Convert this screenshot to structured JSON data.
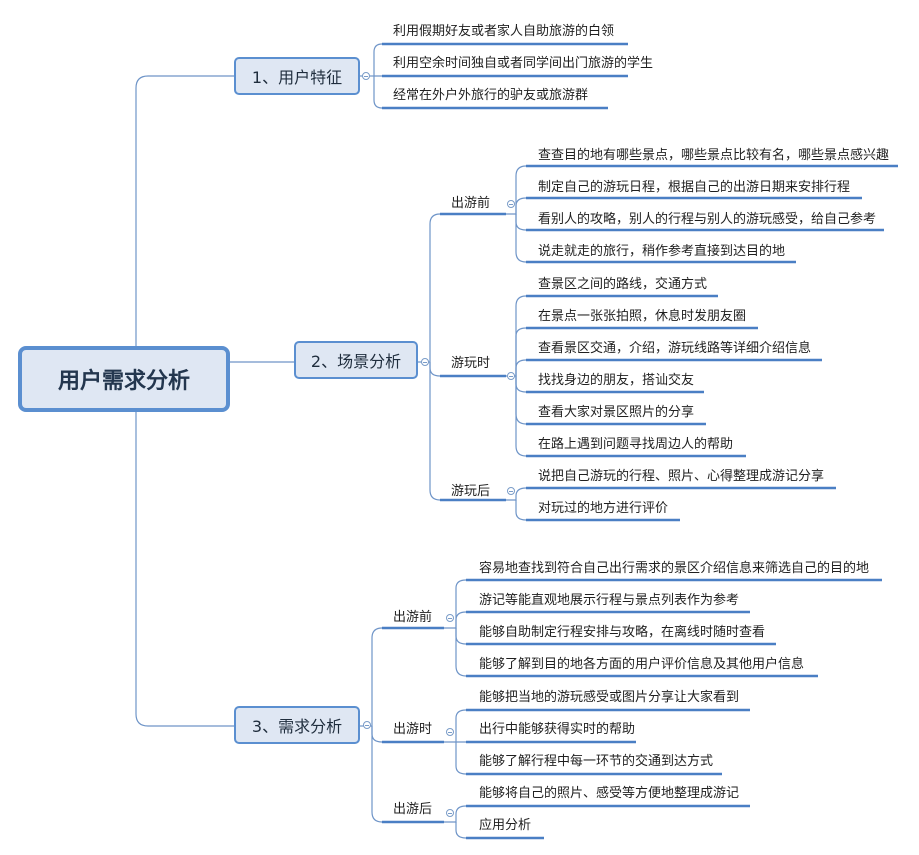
{
  "root": "用户需求分析",
  "sections": [
    {
      "label": "1、用户特征",
      "items": [
        "利用假期好友或者家人自助旅游的白领",
        "利用空余时间独自或者同学间出门旅游的学生",
        "经常在外户外旅行的驴友或旅游群"
      ]
    },
    {
      "label": "2、场景分析",
      "groups": [
        {
          "label": "出游前",
          "items": [
            "查查目的地有哪些景点，哪些景点比较有名，哪些景点感兴趣",
            "制定自己的游玩日程，根据自己的出游日期来安排行程",
            "看别人的攻略，别人的行程与别人的游玩感受，给自己参考",
            "说走就走的旅行，稍作参考直接到达目的地"
          ]
        },
        {
          "label": "游玩时",
          "items": [
            "查景区之间的路线，交通方式",
            "在景点一张张拍照，休息时发朋友圈",
            "查看景区交通，介绍，游玩线路等详细介绍信息",
            "找找身边的朋友，搭讪交友",
            "查看大家对景区照片的分享",
            "在路上遇到问题寻找周边人的帮助"
          ]
        },
        {
          "label": "游玩后",
          "items": [
            "说把自己游玩的行程、照片、心得整理成游记分享",
            "对玩过的地方进行评价"
          ]
        }
      ]
    },
    {
      "label": "3、需求分析",
      "groups": [
        {
          "label": "出游前",
          "items": [
            "容易地查找到符合自己出行需求的景区介绍信息来筛选自己的目的地",
            "游记等能直观地展示行程与景点列表作为参考",
            "能够自助制定行程安排与攻略，在离线时随时查看",
            "能够了解到目的地各方面的用户评价信息及其他用户信息"
          ]
        },
        {
          "label": "出游时",
          "items": [
            "能够把当地的游玩感受或图片分享让大家看到",
            "出行中能够获得实时的帮助",
            "能够了解行程中每一环节的交通到达方式"
          ]
        },
        {
          "label": "出游后",
          "items": [
            "能够将自己的照片、感受等方便地整理成游记",
            "应用分析"
          ]
        }
      ]
    }
  ]
}
